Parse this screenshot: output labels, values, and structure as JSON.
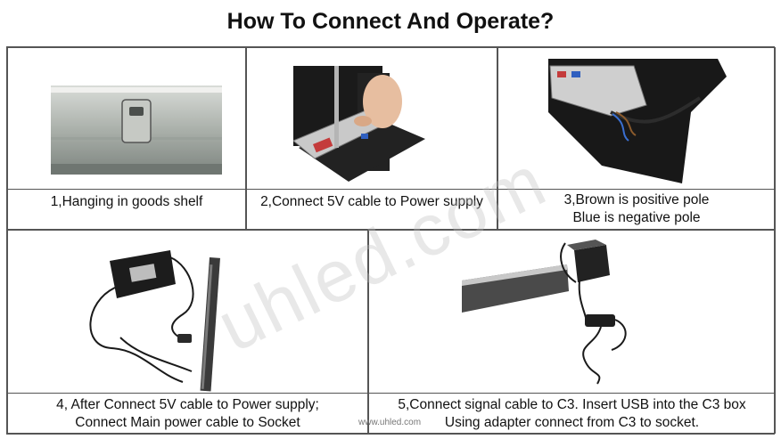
{
  "title": "How To Connect And Operate?",
  "steps": [
    {
      "lines": [
        "1,Hanging in goods shelf"
      ],
      "image": "bracket-photo"
    },
    {
      "lines": [
        "2,Connect 5V cable to Power supply"
      ],
      "image": "power-supply-screwdriver-photo"
    },
    {
      "lines": [
        "3,Brown is positive pole",
        "Blue is negative pole"
      ],
      "image": "power-supply-wires-photo"
    },
    {
      "lines": [
        "4, After Connect 5V cable to Power supply;",
        "Connect Main power cable to Socket"
      ],
      "image": "main-power-cable-photo"
    },
    {
      "lines": [
        "5,Connect signal cable to C3. Insert USB into the C3 box",
        "Using adapter connect from C3 to socket."
      ],
      "image": "c3-box-adapter-photo"
    }
  ],
  "watermark": "uhled.com",
  "footer": "www.uhled.com"
}
